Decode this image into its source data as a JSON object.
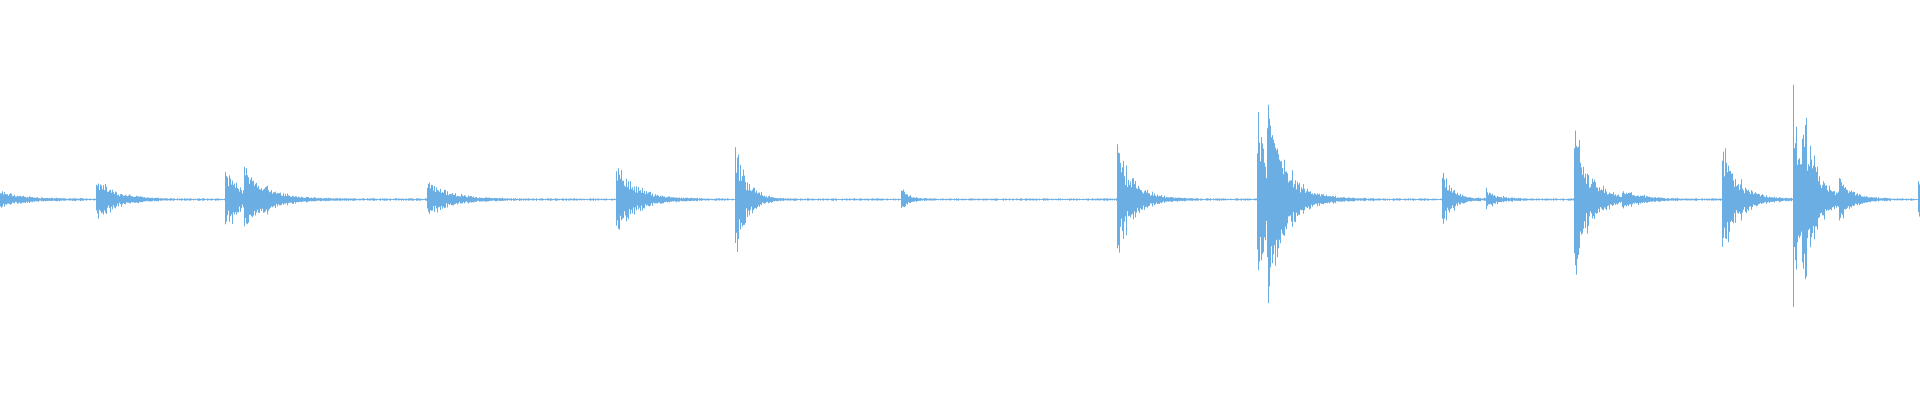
{
  "waveform": {
    "color": "#6aaee3",
    "baseline_level": 0.004,
    "duration_fraction_visible": 1.0,
    "onsets": [
      {
        "t": 0.0,
        "peak": 0.04,
        "decay": 0.012
      },
      {
        "t": 0.05,
        "peak": 0.11,
        "decay": 0.01
      },
      {
        "t": 0.117,
        "peak": 0.17,
        "decay": 0.008
      },
      {
        "t": 0.127,
        "peak": 0.13,
        "decay": 0.012
      },
      {
        "t": 0.222,
        "peak": 0.09,
        "decay": 0.012
      },
      {
        "t": 0.321,
        "peak": 0.18,
        "decay": 0.01
      },
      {
        "t": 0.383,
        "peak": 0.28,
        "decay": 0.006
      },
      {
        "t": 0.469,
        "peak": 0.06,
        "decay": 0.004
      },
      {
        "t": 0.582,
        "peak": 0.3,
        "decay": 0.008
      },
      {
        "t": 0.655,
        "peak": 0.46,
        "decay": 0.006
      },
      {
        "t": 0.66,
        "peak": 0.4,
        "decay": 0.01
      },
      {
        "t": 0.751,
        "peak": 0.18,
        "decay": 0.005
      },
      {
        "t": 0.774,
        "peak": 0.05,
        "decay": 0.006
      },
      {
        "t": 0.82,
        "peak": 0.37,
        "decay": 0.008
      },
      {
        "t": 0.845,
        "peak": 0.04,
        "decay": 0.01
      },
      {
        "t": 0.897,
        "peak": 0.3,
        "decay": 0.008
      },
      {
        "t": 0.934,
        "peak": 0.52,
        "decay": 0.006
      },
      {
        "t": 0.939,
        "peak": 0.28,
        "decay": 0.008
      },
      {
        "t": 0.958,
        "peak": 0.1,
        "decay": 0.006
      },
      {
        "t": 0.999,
        "peak": 0.12,
        "decay": 0.003
      }
    ]
  }
}
